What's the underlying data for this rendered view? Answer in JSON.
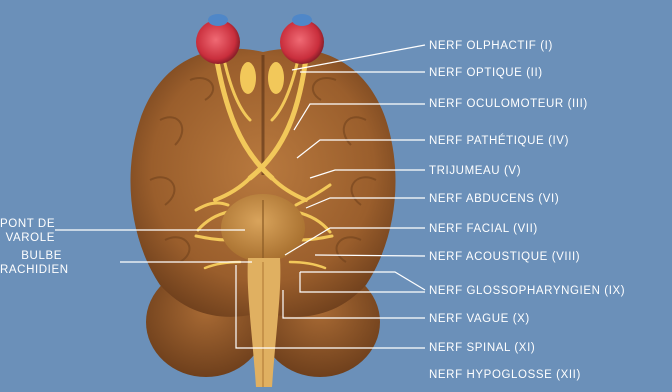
{
  "colors": {
    "background": "#6b90b9",
    "brain": "#a86a34",
    "brain_dark": "#6e3f1c",
    "nerve": "#f2c85a",
    "eye": "#d8404d",
    "leader_line": "#ffffff"
  },
  "labels_right": [
    "NERF OLPHACTIF (I)",
    "NERF OPTIQUE (II)",
    "NERF OCULOMOTEUR (III)",
    "NERF PATHÉTIQUE (IV)",
    "TRIJUMEAU (V)",
    "NERF ABDUCENS (VI)",
    "NERF FACIAL (VII)",
    "NERF ACOUSTIQUE (VIII)",
    "NERF GLOSSOPHARYNGIEN (IX)",
    "NERF VAGUE (X)",
    "NERF SPINAL (XI)",
    "NERF HYPOGLOSSE (XII)"
  ],
  "labels_left": {
    "pons_line1": "PONT DE",
    "pons_line2": "VAROLE",
    "medulla_line1": "BULBE",
    "medulla_line2": "RACHIDIEN"
  }
}
